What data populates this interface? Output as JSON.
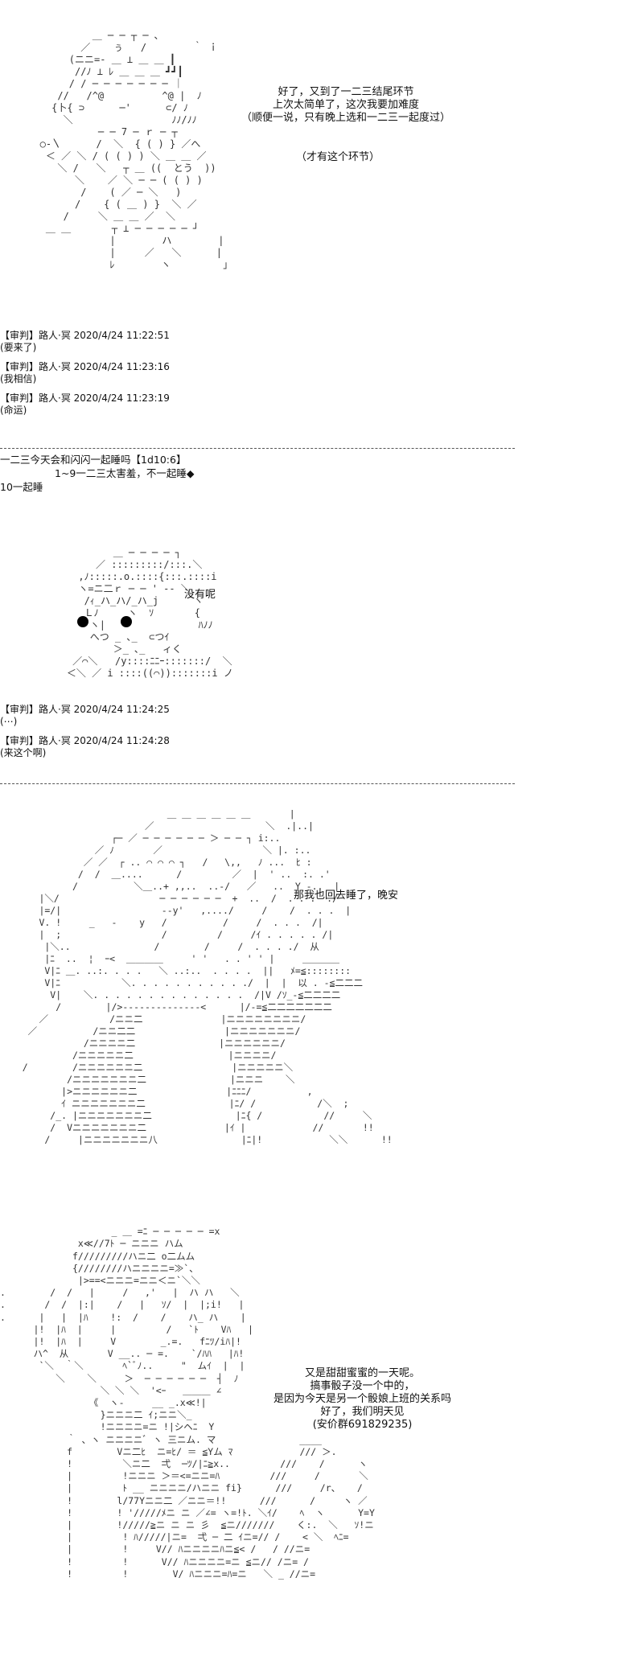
{
  "panel1": {
    "speech": [
      "好了，又到了一二三结尾环节",
      "上次太简单了，这次我要加难度",
      "（顺便一说，只有晚上选和一二三一起度过）"
    ],
    "note": "（才有这个环节）"
  },
  "log1": [
    {
      "header": "【审判】路人·冥 2020/4/24 11:22:51",
      "message": "(要来了)"
    },
    {
      "header": "【审判】路人·冥 2020/4/24 11:23:16",
      "message": "(我相信)"
    },
    {
      "header": "【审判】路人·冥 2020/4/24 11:23:19",
      "message": "(命运)"
    }
  ],
  "dice": {
    "title": "一二三今天会和闪闪一起睡吗【1d10:6】",
    "rule": "1~9一二三太害羞，不一起睡◆",
    "rule2": "10一起睡"
  },
  "panel2": {
    "speech": "没有呢"
  },
  "log2": [
    {
      "header": "【审判】路人·冥 2020/4/24 11:24:25",
      "message": "(⋯)"
    },
    {
      "header": "【审判】路人·冥 2020/4/24 11:24:28",
      "message": "(来这个啊)"
    }
  ],
  "panel3": {
    "speech": "那我也回去睡了，晚安"
  },
  "panel4": {
    "speech": [
      "又是甜甜蜜蜜的一天呢。",
      "搞事骰子没一个中的，",
      "是因为今天是另一个骰娘上班的关系吗",
      "好了，我们明天见",
      "(安价群691829235)"
    ]
  }
}
